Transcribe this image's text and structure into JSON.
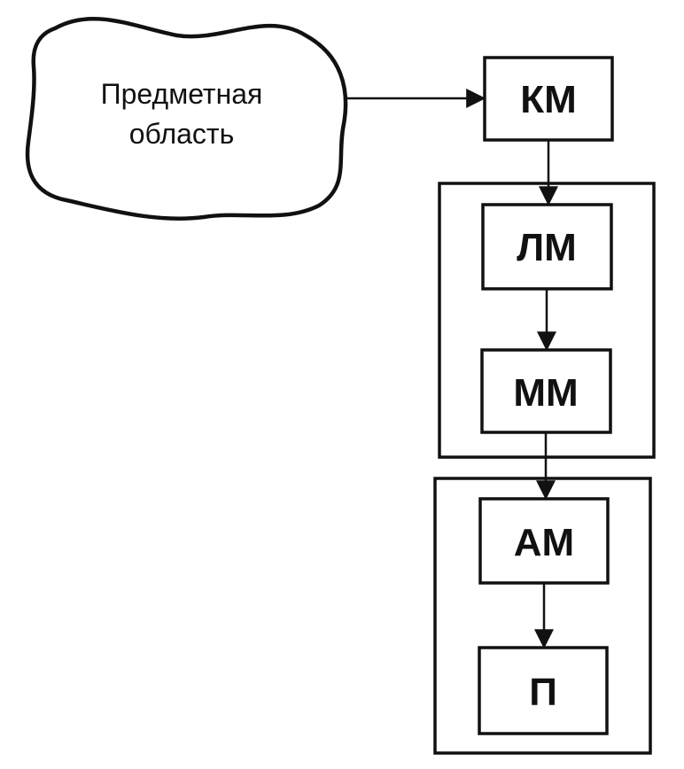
{
  "cloud": {
    "line1": "Предметная",
    "line2": "область"
  },
  "nodes": {
    "km": "КМ",
    "lm": "ЛМ",
    "mm": "ММ",
    "am": "АМ",
    "p": "П"
  },
  "colors": {
    "ink": "#111111",
    "background": "#ffffff"
  }
}
